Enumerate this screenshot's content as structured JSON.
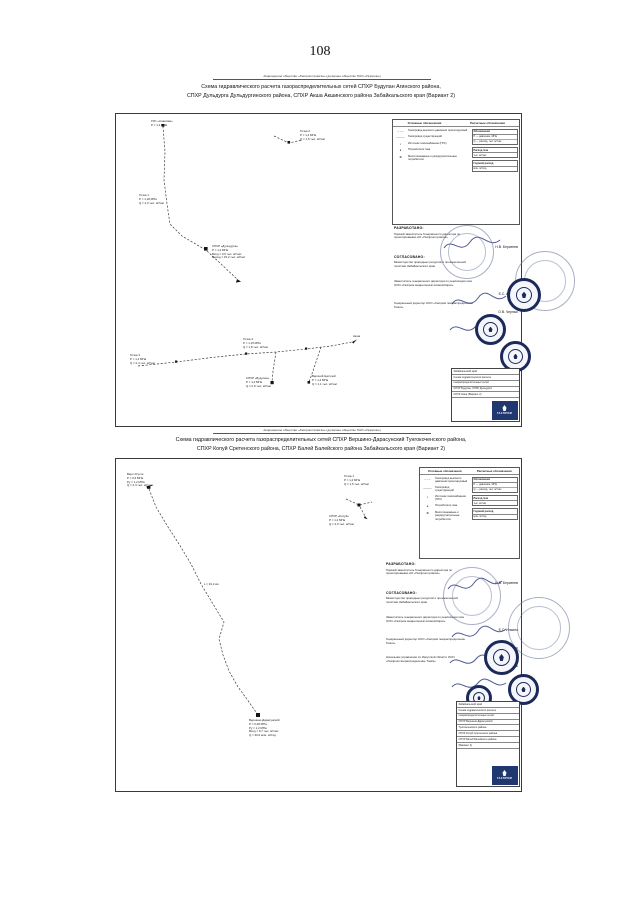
{
  "page": {
    "number": "108"
  },
  "doc1": {
    "header_small": "Акционерное общество «Газпром промгаз» (дочернее общество ПАО «Газпром»)",
    "title_line1": "Схема гидравлического расчета газораспределительных сетей СПХР Будулан Агинского района,",
    "title_line2": "СПХР Дульдурга Дульдургинского района, СПХР Акша Акшинского района Забайкальского края (Вариант 2)",
    "legend": {
      "left_title": "Условные обозначения",
      "right_title": "Расчетные обозначения",
      "items": [
        {
          "symbol": "– – –",
          "label": "Газопровод высокого давления проектируемый"
        },
        {
          "symbol": "———",
          "label": "Газопровод существующий"
        },
        {
          "symbol": "▪",
          "label": "Источник газоснабжения (ГРС)"
        },
        {
          "symbol": "●",
          "label": "Потребители газа"
        },
        {
          "symbol": "⊗",
          "label": "Многотоннажные и разукрупнительные потребители"
        }
      ],
      "tables": [
        {
          "header": "Обозначения",
          "rows": [
            "Р — давление, МПа",
            "Q — расход, тыс. м³/час"
          ]
        },
        {
          "header": "Расход газа",
          "rows": [
            "тыс. м³/час"
          ]
        },
        {
          "header": "Годовой расход",
          "rows": [
            "млн. м³/год"
          ]
        }
      ]
    },
    "labels": {
      "l1": "ГРС «Агинская»\nР = 1,2 МПа",
      "l2": "Точка 1\nР = 1,18 МПа\nQ = 4,0 тыс. м³/час",
      "l3": "СПХР «Дульдурга»\nР = 1,2 МПа\nВход = 0,6 тыс. м³/час\nВыход = 15,2 тыс. м³/час",
      "l4": "Точка 2\nР = 1,2 МПа\nQ = 1,5 тыс. м³/час",
      "l5": "Точка 3\nР = 1,2 МПа\nQ = 2,4 тыс. м³/час",
      "l6": "Точка 4\nР = 1,15 МПа\nQ = 1,8 тыс. м³/час",
      "l7": "СПХР «Будулан»\nР = 1,2 МПа\nQ = 0,9 тыс. м³/час",
      "l8": "Верхний Цасучей\nР = 1,2 МПа\nQ = 1,1 тыс. м³/час",
      "l9": "Акша"
    },
    "signatures": {
      "developed_label": "РАЗРАБОТАНО:",
      "agreed_label": "СОГЛАСОВАНО:",
      "rows": [
        {
          "role": "Первый заместитель Генерального директора по проектированию АО «Газпром промгаз»",
          "name": "Н.В. Берсенев"
        },
        {
          "role": "Министерство природных ресурсов и промышленной политики Забайкальского края",
          "name": ""
        },
        {
          "role": "Заместитель генерального директора по реализации газа ООО «Газпром межрегионгаз Новосибирск»",
          "name": "Е.С. Ильина"
        },
        {
          "role": "Генеральный директор ООО «Газпром газораспределение Томск»",
          "name": "О.В. Черных"
        }
      ]
    },
    "titleblock": {
      "rows": [
        "Забайкальский край",
        "Схема гидравлического расчета",
        "газораспределительных сетей",
        "СПХР Будулан, СПХР Дульдурга",
        "СПХР Акша (Вариант 2)"
      ],
      "logo": "ГАЗПРОМ"
    }
  },
  "doc2": {
    "header_small": "Акционерное общество «Газпром промгаз» (дочернее общество ПАО «Газпром»)",
    "title_line1": "Схема гидравлического расчета газораспределительных сетей СПХР Вершино-Дарасунский Тунгокоченского района,",
    "title_line2": "СПХР Копуй Сретенского района, СПХР Балей Балейского района Забайкальского края (Вариант 2)",
    "legend": {
      "left_title": "Условные обозначения",
      "right_title": "Расчетные обозначения",
      "items": [
        {
          "symbol": "– – –",
          "label": "Газопровод высокого давления проектируемый"
        },
        {
          "symbol": "———",
          "label": "Газопровод существующий"
        },
        {
          "symbol": "▪",
          "label": "Источник газоснабжения (ГРС)"
        },
        {
          "symbol": "●",
          "label": "Потребители газа"
        },
        {
          "symbol": "⊗",
          "label": "Многотоннажные и разукрупнительные потребители"
        }
      ],
      "tables": [
        {
          "header": "Обозначения",
          "rows": [
            "Р — давление, МПа",
            "Q — расход, тыс. м³/час"
          ]
        },
        {
          "header": "Расход газа",
          "rows": [
            "тыс. м³/час"
          ]
        },
        {
          "header": "Годовой расход",
          "rows": [
            "млн. м³/год"
          ]
        }
      ]
    },
    "labels": {
      "m1": "Верх-Усугли\nР = 0,6 МПа\nРу = 1,2 МПа\nQ = 2,4 тыс. м³/час",
      "m2": "L = 34,2 км",
      "m3": "Вершино-Дарасунский\nР = 0,48 МПа\nРу = 1,2 МПа\nВход = 9,7 тыс. м³/час\nQ = 30,0 млн. м³/год",
      "m4": "Точка 1\nР = 1,2 МПа\nQ = 1,6 тыс. м³/час",
      "m5": "СПХР «Копуй»\nР = 1,2 МПа\nQ = 2,0 тыс. м³/час"
    },
    "signatures": {
      "developed_label": "РАЗРАБОТАНО:",
      "agreed_label": "СОГЛАСОВАНО:",
      "rows": [
        {
          "role": "Первый заместитель Генерального директора по проектированию АО «Газпром промгаз»",
          "name": "Н.В. Берсенев"
        },
        {
          "role": "Министерство природных ресурсов и промышленной политики Забайкальского края",
          "name": ""
        },
        {
          "role": "Заместитель генерального директора по реализации газа ООО «Газпром межрегионгаз Новосибирск»",
          "name": "Е.С. Ильина"
        },
        {
          "role": "Генеральный директор ООО «Газпром газораспределение Томск»",
          "name": "О.В. Черных"
        },
        {
          "role": "Начальник управления по Иркутской области ООО «Газпром газораспределение Томск»",
          "name": "А.А. Валь"
        }
      ]
    },
    "titleblock": {
      "rows": [
        "Забайкальский край",
        "Схема гидравлического расчета",
        "газораспределительных сетей",
        "СПХР Вершино-Дарасунский",
        "Тунгокоченского района",
        "СПХР Копуй Сретенского района",
        "СПХР Балей Балейского района",
        "(Вариант 2)"
      ],
      "logo": "ГАЗПРОМ"
    }
  }
}
